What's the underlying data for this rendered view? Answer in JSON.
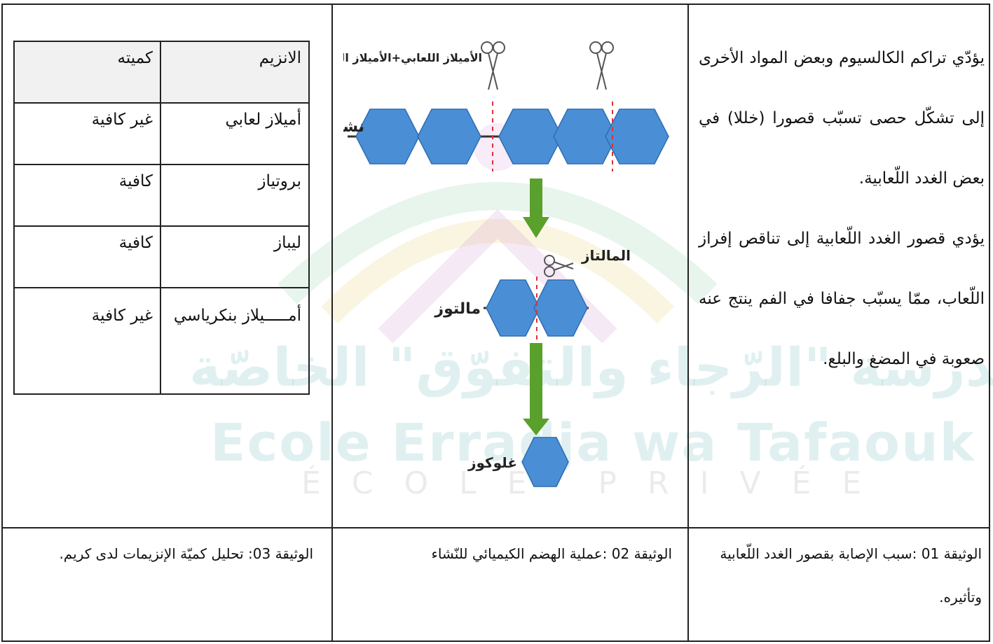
{
  "document_1": {
    "paragraph_1": "يؤدّي تراكم الكالسيوم وبعض المواد الأخرى إلى تشكّل حصى تسبّب قصورا (خللا) في بعض الغدد اللّعابية.",
    "paragraph_2": "يؤدي قصور الغدد اللّعابية إلى تناقص إفراز اللّعاب، ممّا يسبّب جفافا في الفم ينتج عنه صعوبة في المضغ والبلع.",
    "caption": "الوثيقة 01 :سبب الإصابة بقصور الغدد اللّعابية وتأثيره."
  },
  "document_2": {
    "labels": {
      "enzymes_top": "الأميلاز اللعابي+الأميلاز البنكرياسي",
      "starch": "نشاء",
      "maltase": "المالتاز",
      "maltose": "مالتوز",
      "glucose": "غلوكوز"
    },
    "colors": {
      "hexagon": "#4a8fd6",
      "arrow": "#5aa02c",
      "cut_line": "#e0303a",
      "chain": "#333333"
    },
    "caption": "الوثيقة 02 :عملية الهضم الكيميائي للنّشاء"
  },
  "document_3": {
    "table": {
      "headers": [
        "الانزيم",
        "كميته"
      ],
      "rows": [
        [
          "أميلاز لعابي",
          "غير كافية"
        ],
        [
          "بروتياز",
          "كافية"
        ],
        [
          "ليباز",
          "كافية"
        ],
        [
          "أمـــــيلاز بنكرياسي",
          "غير كافية"
        ]
      ]
    },
    "caption": "الوثيقة 03: تحليل كميّة الإنزيمات لدى كريم."
  },
  "watermark": {
    "arabic": "مدرسة \"الرّجاء والتفوّق\" الخاصّة",
    "latin": "Ecole Erradja wa Tafaouk",
    "sub": "ÉCOLE PRIVÉE"
  }
}
